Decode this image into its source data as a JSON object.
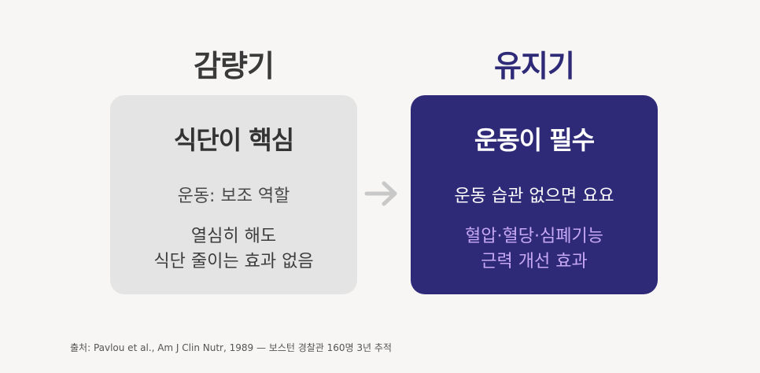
{
  "left": {
    "heading": "감량기",
    "title": "식단이 핵심",
    "subtitle": "운동: 보조 역할",
    "body_lines": [
      "열심히 해도",
      "식단 줄이는 효과 없음"
    ]
  },
  "right": {
    "heading": "유지기",
    "title": "운동이 필수",
    "subtitle": "운동 습관 없으면 요요",
    "body_lines": [
      "혈압·혈당·심폐기능",
      "근력 개선 효과"
    ]
  },
  "source": "출처: Pavlou et al., Am J Clin Nutr, 1989 — 보스턴 경찰관 160명 3년 추적",
  "colors": {
    "left_card": "#e4e4e4",
    "right_card": "#2f2a78",
    "right_accent_text": "#c7a8f5",
    "arrow": "#c8c8c8"
  },
  "icons": {
    "arrow": "right-arrow-icon"
  }
}
